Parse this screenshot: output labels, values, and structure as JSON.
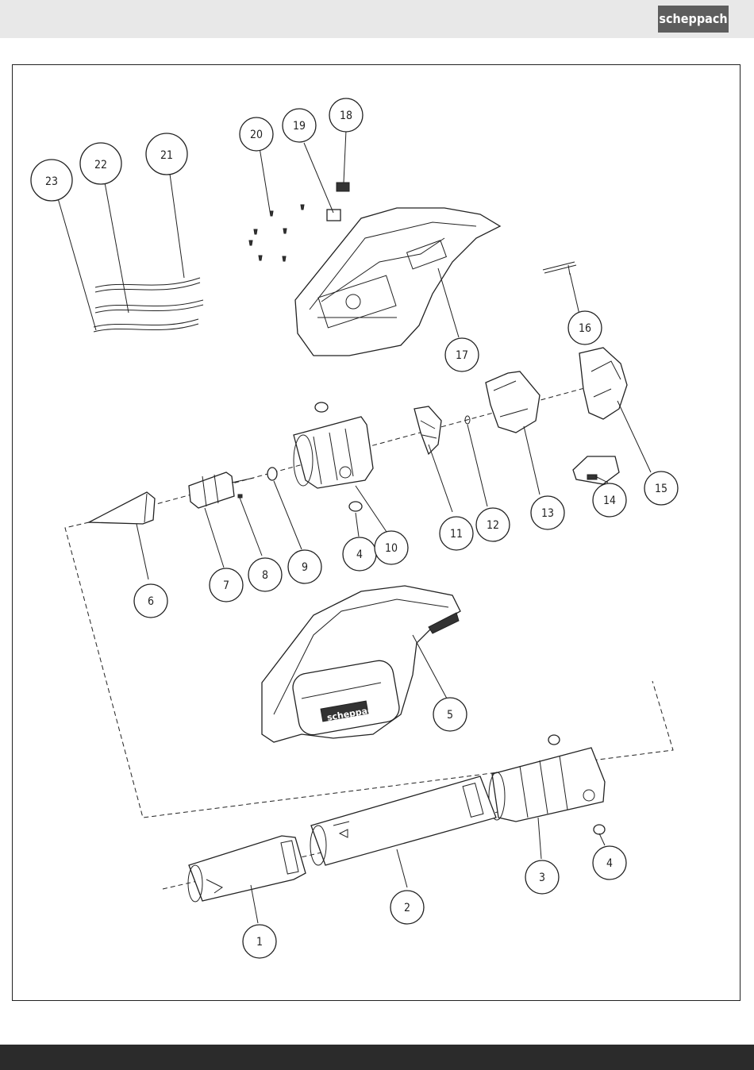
{
  "header": {
    "brand_logo_text": "scheppach",
    "bar_color": "#e8e8e8",
    "logo_color": "#5d5d5d"
  },
  "footer": {
    "bar_color": "#2b2b2b"
  },
  "diagram": {
    "type": "exploded-parts-view",
    "callouts": [
      "1",
      "2",
      "3",
      "4",
      "4",
      "5",
      "6",
      "7",
      "8",
      "9",
      "10",
      "11",
      "12",
      "13",
      "14",
      "15",
      "16",
      "17",
      "18",
      "19",
      "20",
      "21",
      "22",
      "23"
    ]
  }
}
